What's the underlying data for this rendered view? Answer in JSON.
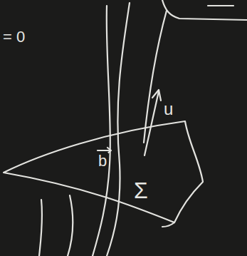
{
  "diagram": {
    "labels": [
      "= 0",
      "u",
      "b",
      "Σ"
    ]
  }
}
